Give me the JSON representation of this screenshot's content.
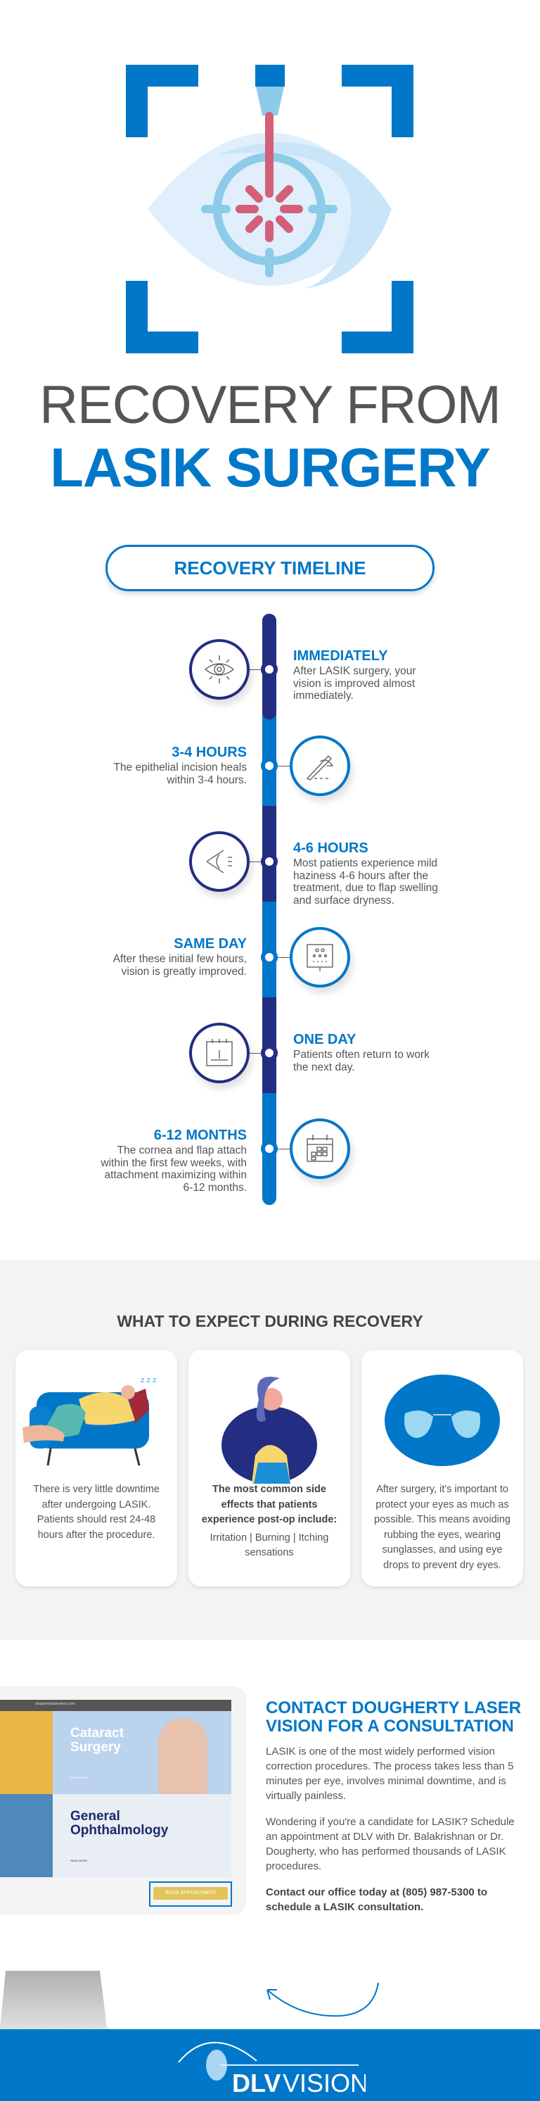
{
  "hero": {
    "title_line1": "RECOVERY FROM",
    "title_line2": "LASIK SURGERY",
    "icon": "laser-eye-target-icon",
    "colors": {
      "blue": "#0077c8",
      "dark_blue": "#006699",
      "light_blue": "#8ccce8",
      "laser": "#d45f78",
      "eye": "#e0effb"
    }
  },
  "timeline": {
    "label": "RECOVERY TIMELINE",
    "colors": {
      "navy": "#232d82",
      "blue": "#0077c8"
    },
    "items": [
      {
        "heading": "IMMEDIATELY",
        "text": "After LASIK surgery, your vision is improved almost immediately.",
        "icon": "eye-icon",
        "side": "right"
      },
      {
        "heading": "3-4 HOURS",
        "text": "The epithelial incision heals within 3-4 hours.",
        "icon": "scalpel-icon",
        "side": "left"
      },
      {
        "heading": "4-6 HOURS",
        "text": "Most patients experience mild haziness 4-6 hours after the treatment, due to flap swelling and surface dryness.",
        "icon": "hazy-eye-icon",
        "side": "right"
      },
      {
        "heading": "SAME DAY",
        "text": "After these initial few hours, vision is greatly improved.",
        "icon": "eye-chart-icon",
        "side": "left"
      },
      {
        "heading": "ONE DAY",
        "text": "Patients often return to work the next day.",
        "icon": "calendar-day-icon",
        "side": "right"
      },
      {
        "heading": "6-12 MONTHS",
        "text": "The cornea and flap attach within the first few weeks, with attachment maximizing within 6-12 months.",
        "icon": "calendar-month-icon",
        "side": "left"
      }
    ]
  },
  "expect": {
    "title": "WHAT TO EXPECT DURING RECOVERY",
    "cards": [
      {
        "illustration": "man-resting-on-couch",
        "text": "There is very little downtime after undergoing LASIK. Patients should rest 24-48 hours after the procedure.",
        "zzz": "z z z"
      },
      {
        "illustration": "woman-rubbing-eye",
        "bold": "The most common side effects that patients experience post-op include:",
        "text": "Irritation | Burning | Itching sensations"
      },
      {
        "illustration": "sunglasses",
        "text": "After surgery, it's important to protect your eyes as much as possible. This means avoiding rubbing the eyes, wearing sunglasses, and using eye drops to prevent dry eyes."
      }
    ]
  },
  "contact": {
    "heading": "CONTACT DOUGHERTY LASER VISION FOR A CONSULTATION",
    "para1": "LASIK is one of the most widely performed vision correction procedures. The process takes less than 5 minutes per eye, involves minimal downtime, and is virtually painless.",
    "para2": "Wondering if you're a candidate for LASIK? Schedule an appointment at DLV with Dr. Balakrishnan or Dr. Dougherty, who has performed thousands of LASIK procedures.",
    "para3": "Contact our office today at (805) 987-5300 to schedule a LASIK consultation.",
    "monitor": {
      "url": "doughertylaservision.com",
      "tile1": "Cataract Surgery",
      "tile2": "General Ophthalmology",
      "read_more": "READ MORE",
      "book": "BOOK APPOINTMENT"
    }
  },
  "footer": {
    "logo_bold": "DLV",
    "logo_light": "VISION",
    "bg": "#0077c8"
  }
}
